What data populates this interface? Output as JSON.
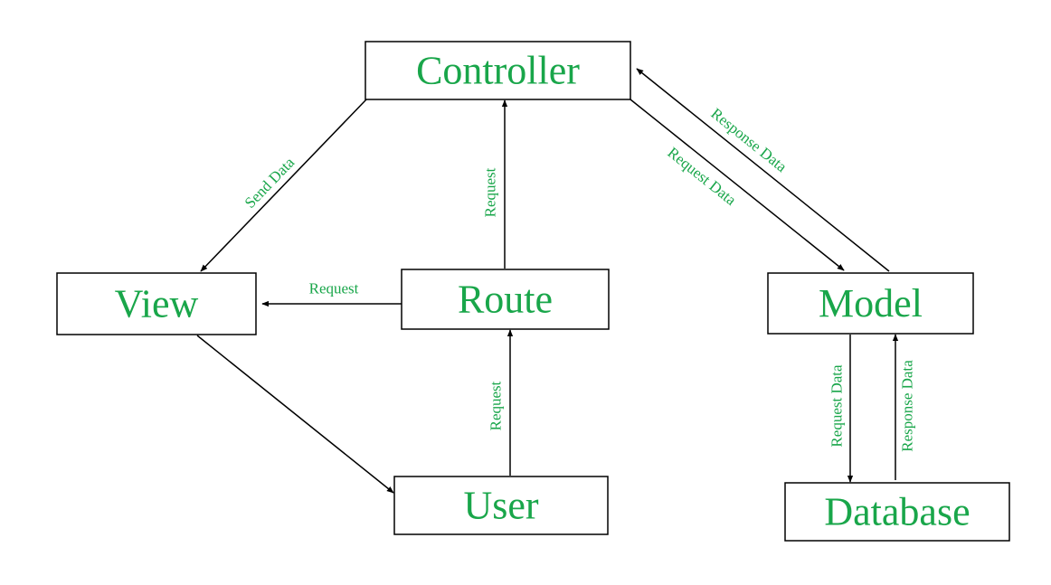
{
  "colors": {
    "label_green": "#19a64a",
    "line_black": "#000000",
    "background": "#ffffff"
  },
  "nodes": {
    "controller": "Controller",
    "view": "View",
    "route": "Route",
    "model": "Model",
    "user": "User",
    "database": "Database"
  },
  "edges": {
    "controller_to_view": "Send Data",
    "route_to_controller": "Request",
    "route_to_view": "Request",
    "user_to_route": "Request",
    "controller_to_model": "Request Data",
    "model_to_controller": "Response Data",
    "model_to_database": "Request Data",
    "database_to_model": "Response Data"
  }
}
